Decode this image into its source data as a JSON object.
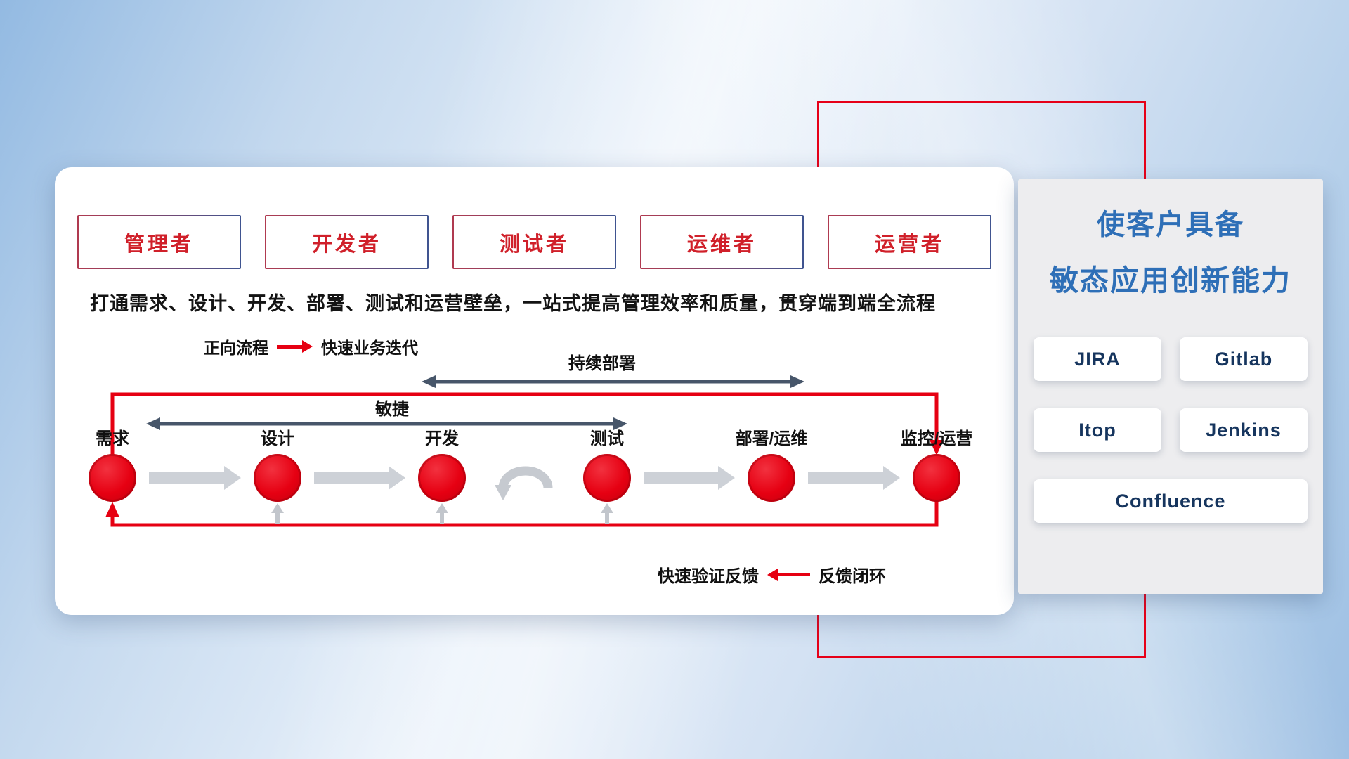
{
  "colors": {
    "accent_red": "#e60012",
    "range_arrow_navy": "#47566a",
    "stage_arrow_gray": "#cdd1d7",
    "title_blue": "#2e6fb7",
    "tool_text_navy": "#16355e",
    "role_text_red": "#d0202a"
  },
  "roles": [
    "管理者",
    "开发者",
    "测试者",
    "运维者",
    "运营者"
  ],
  "description": "打通需求、设计、开发、部署、测试和运营壁垒，一站式提高管理效率和质量，贯穿端到端全流程",
  "legend_forward": {
    "label": "正向流程",
    "value": "快速业务迭代"
  },
  "legend_feedback": {
    "label": "快速验证反馈",
    "value": "反馈闭环"
  },
  "flow": {
    "cd_label": "持续部署",
    "agile_label": "敏捷",
    "stages": [
      "需求",
      "设计",
      "开发",
      "测试",
      "部署/运维",
      "监控/运营"
    ]
  },
  "panel": {
    "title_line1": "使客户具备",
    "title_line2": "敏态应用创新能力",
    "tools": [
      "JIRA",
      "Gitlab",
      "Itop",
      "Jenkins",
      "Confluence"
    ]
  }
}
